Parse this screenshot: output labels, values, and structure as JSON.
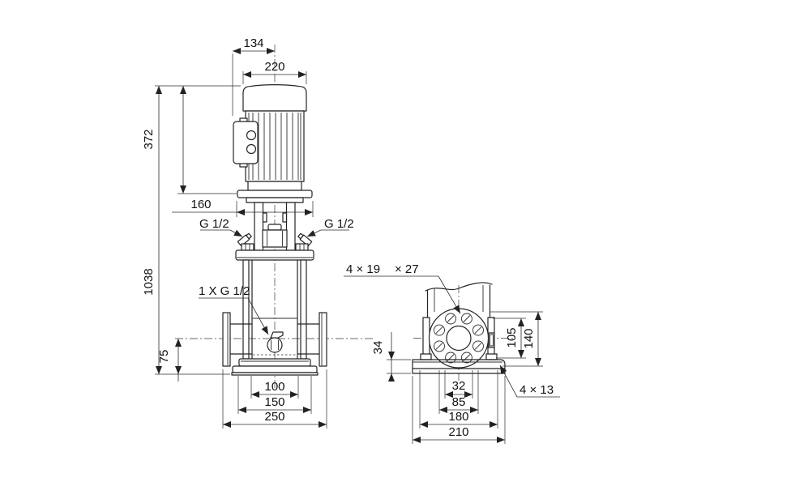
{
  "front": {
    "dim_134": "134",
    "dim_220": "220",
    "dim_372": "372",
    "dim_1038": "1038",
    "dim_160": "160",
    "vent_left": "G 1/2",
    "vent_right": "G 1/2",
    "drain": "1 X G 1/2",
    "dim_75": "75",
    "dim_100": "100",
    "dim_150": "150",
    "dim_250": "250"
  },
  "end": {
    "flange_holes": "4 × 19",
    "flange_spotface": "× 27",
    "dim_34": "34",
    "dim_105": "105",
    "dim_140": "140",
    "dim_32": "32",
    "dim_85": "85",
    "dim_180": "180",
    "dim_210": "210",
    "base_holes": "4 × 13"
  },
  "colors": {
    "line": "#242424",
    "background": "#ffffff"
  }
}
